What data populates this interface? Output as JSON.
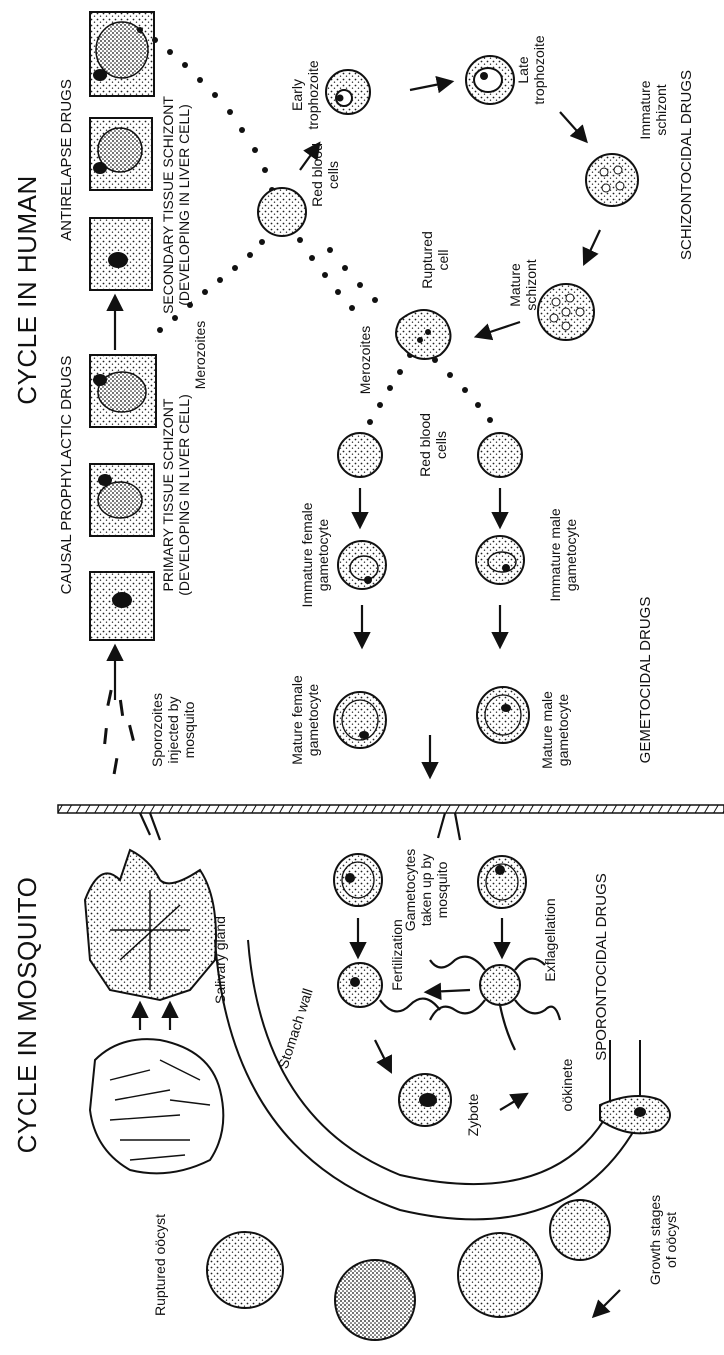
{
  "titles": {
    "human": "CYCLE IN HUMAN",
    "mosquito": "CYCLE IN MOSQUITO"
  },
  "drugs": {
    "causal_prophylactic": "CAUSAL PROPHYLACTIC DRUGS",
    "antirelapse": "ANTIRELAPSE DRUGS",
    "schizontocidal": "SCHIZONTOCIDAL DRUGS",
    "gametocidal": "GEMETOCIDAL DRUGS",
    "sporontocidal": "SPORONTOCIDAL DRUGS"
  },
  "labels": {
    "primary_schizont_1": "PRIMARY TISSUE SCHIZONT",
    "primary_schizont_2": "(DEVELOPING IN LIVER CELL)",
    "secondary_schizont_1": "SECONDARY TISSUE SCHIZONT",
    "secondary_schizont_2": "(DEVELOPING IN LIVER CELL)",
    "merozoites_liver": "Merozoites",
    "merozoites_blood": "Merozoites",
    "sporozoites_1": "Sporozoites",
    "sporozoites_2": "injected by",
    "sporozoites_3": "mosquito",
    "rbc_top_1": "Red blood",
    "rbc_top_2": "cells",
    "rbc_mid_1": "Red blood",
    "rbc_mid_2": "cells",
    "early_troph_1": "Early",
    "early_troph_2": "trophozoite",
    "late_troph_1": "Late",
    "late_troph_2": "trophozoite",
    "immature_schizont_1": "Immature",
    "immature_schizont_2": "schizont",
    "mature_schizont_1": "Mature",
    "mature_schizont_2": "schizont",
    "ruptured_cell_1": "Ruptured",
    "ruptured_cell_2": "cell",
    "imm_female_1": "Immature female",
    "imm_female_2": "gametocyte",
    "imm_male_1": "Immature male",
    "imm_male_2": "gametocyte",
    "mat_female_1": "Mature female",
    "mat_female_2": "gametocyte",
    "mat_male_1": "Mature male",
    "mat_male_2": "gametocyte",
    "salivary_gland": "Salivary gland",
    "gametocytes_taken_1": "Gametocytes",
    "gametocytes_taken_2": "taken up by",
    "gametocytes_taken_3": "mosquito",
    "fertilization": "Fertilization",
    "exflagellation": "Exflagellation",
    "stomach_wall": "Stomach wall",
    "zygote": "Zybote",
    "ookinete": "oökinete",
    "ruptured_oocyst": "Ruptured oöcyst",
    "growth_stages_1": "Growth stages",
    "growth_stages_2": "of oöcyst"
  }
}
